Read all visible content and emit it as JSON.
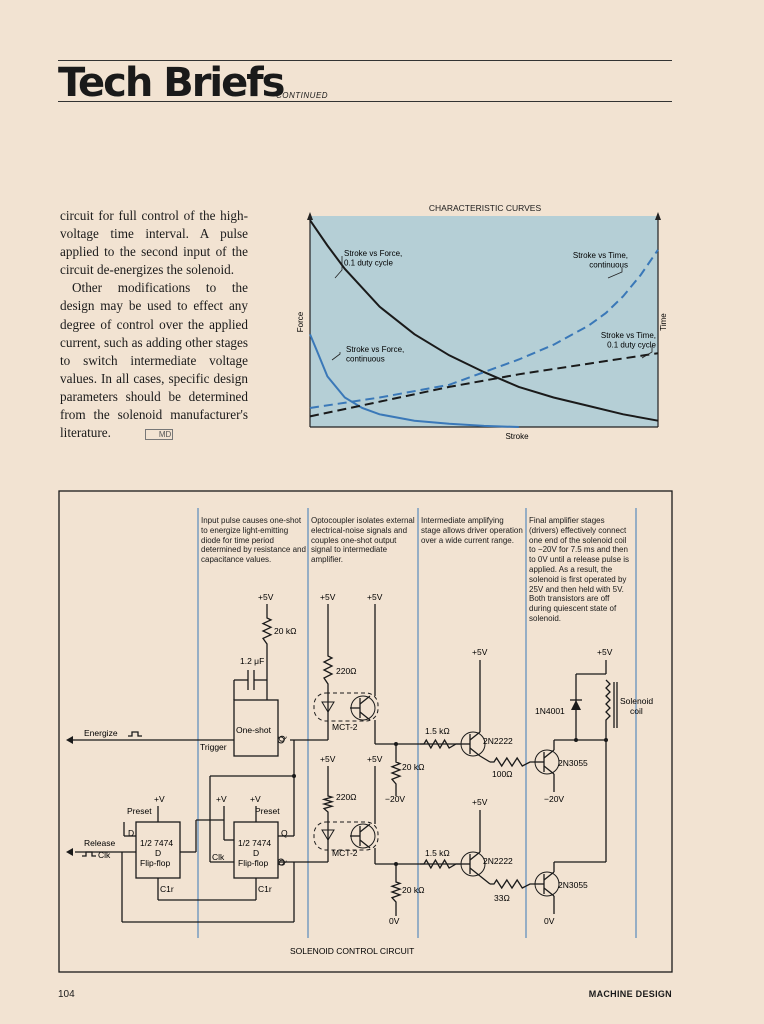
{
  "header": {
    "title": "Tech Briefs",
    "continued": "CONTINUED"
  },
  "body": {
    "paragraphs": [
      "circuit for full control of the high-voltage time interval. A pulse applied to the second input of the circuit de-energizes the solenoid.",
      "Other modifications to the design may be used to effect any degree of control over the applied current, such as adding other stages to switch intermediate voltage values. In all cases, specific design parameters should be determined from the solenoid manufacturer's literature."
    ],
    "end_mark": "MD"
  },
  "chart_data": {
    "type": "line",
    "title": "CHARACTERISTIC CURVES",
    "xlabel": "Stroke",
    "ylabel": "Force",
    "y2label": "Time",
    "xlim": [
      0,
      1
    ],
    "ylim": [
      0,
      1
    ],
    "grid": false,
    "series": [
      {
        "name": "Stroke vs Force, 0.1 duty cycle",
        "axis": "Force",
        "style": "solid",
        "color": "#1a1a1a",
        "x": [
          0,
          0.05,
          0.1,
          0.2,
          0.3,
          0.4,
          0.5,
          0.6,
          0.7,
          0.8,
          0.9,
          1.0
        ],
        "y": [
          0.98,
          0.86,
          0.75,
          0.57,
          0.44,
          0.34,
          0.26,
          0.19,
          0.14,
          0.1,
          0.06,
          0.03
        ]
      },
      {
        "name": "Stroke vs Force, continuous",
        "axis": "Force",
        "style": "solid",
        "color": "#3a78b8",
        "x": [
          0,
          0.02,
          0.05,
          0.1,
          0.15,
          0.2,
          0.3,
          0.4,
          0.5,
          0.6
        ],
        "y": [
          0.44,
          0.36,
          0.24,
          0.14,
          0.09,
          0.06,
          0.03,
          0.015,
          0.005,
          0.0
        ]
      },
      {
        "name": "Stroke vs Time, continuous",
        "axis": "Time",
        "style": "dashed",
        "color": "#3a78b8",
        "x": [
          0,
          0.2,
          0.4,
          0.5,
          0.6,
          0.7,
          0.8,
          0.85,
          0.9,
          0.95,
          1.0
        ],
        "y": [
          0.09,
          0.14,
          0.2,
          0.26,
          0.32,
          0.39,
          0.48,
          0.54,
          0.62,
          0.72,
          0.84
        ]
      },
      {
        "name": "Stroke vs Time, 0.1 duty cycle",
        "axis": "Time",
        "style": "dashed",
        "color": "#1a1a1a",
        "x": [
          0,
          0.2,
          0.4,
          0.6,
          0.8,
          1.0
        ],
        "y": [
          0.05,
          0.12,
          0.19,
          0.25,
          0.3,
          0.35
        ]
      }
    ],
    "annotations": [
      {
        "series": 0,
        "lines": [
          "Stroke vs Force,",
          "0.1 duty cycle"
        ]
      },
      {
        "series": 1,
        "lines": [
          "Stroke vs Force,",
          "continuous"
        ]
      },
      {
        "series": 2,
        "lines": [
          "Stroke vs Time,",
          "continuous"
        ]
      },
      {
        "series": 3,
        "lines": [
          "Stroke vs Time,",
          "0.1 duty cycle"
        ]
      }
    ]
  },
  "circuit": {
    "title": "SOLENOID CONTROL CIRCUIT",
    "notes": [
      "Input pulse causes one-shot to energize light-emitting diode for time period determined by resistance and capacitance values.",
      "Optocoupler isolates external electrical-noise signals and couples one-shot output signal to intermediate amplifier.",
      "Intermediate amplifying stage allows driver operation over a wide current range.",
      "Final amplifier stages (drivers) effectively connect one end of the solenoid coil to −20V for 7.5 ms and then to 0V until a release pulse is applied. As a result, the solenoid is first operated by 25V and then held with 5V. Both transistors are off during quiescent state of solenoid."
    ],
    "labels": {
      "energize": "Energize",
      "release": "Release",
      "clk": "Clk",
      "trigger": "Trigger",
      "oneshot": "One-shot",
      "qbar": "Q̅",
      "ff_line1": "1/2 7474",
      "ff_line2": "D",
      "ff_line3": "Flip-flop",
      "d": "D",
      "q": "Q",
      "preset": "Preset",
      "clr": "C1r",
      "plus5v": "+5V",
      "plusv": "+V",
      "minus20v": "−20V",
      "zero_v": "0V",
      "r20k": "20 kΩ",
      "c12": "1.2 μF",
      "r220": "220Ω",
      "r15k": "1.5 kΩ",
      "r100": "100Ω",
      "r33": "33Ω",
      "mct2": "MCT-2",
      "q2n2222": "2N2222",
      "q2n3055": "2N3055",
      "diode": "1N4001",
      "coil1": "Solenoid",
      "coil2": "coil"
    }
  },
  "footer": {
    "page": "104",
    "magazine": "MACHINE DESIGN"
  },
  "colors": {
    "paper": "#f2e3d2",
    "chart_bg": "#b5cfd6",
    "accent_blue": "#3a78b8",
    "ink": "#1a1a1a"
  }
}
